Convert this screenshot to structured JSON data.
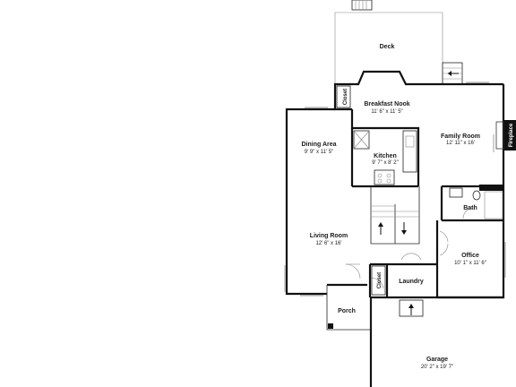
{
  "rooms": {
    "deck": {
      "name": "Deck"
    },
    "breakfast_nook": {
      "name": "Breakfast Nook",
      "dim": "11' 6\" x 11' 5\""
    },
    "family_room": {
      "name": "Family Room",
      "dim": "12' 11\" x 16'"
    },
    "dining_area": {
      "name": "Dining Area",
      "dim": "9' 9\" x 11' 5\""
    },
    "kitchen": {
      "name": "Kitchen",
      "dim": "9' 7\" x 8' 2\""
    },
    "living_room": {
      "name": "Living Room",
      "dim": "12' 6\" x 16'"
    },
    "office": {
      "name": "Office",
      "dim": "10' 1\" x 11' 6\""
    },
    "laundry": {
      "name": "Laundry"
    },
    "bath": {
      "name": "Bath"
    },
    "porch": {
      "name": "Porch"
    },
    "garage": {
      "name": "Garage",
      "dim": "20' 2\" x 19' 7\""
    }
  },
  "labels": {
    "closet_upper": "Closet",
    "closet_lower": "Closet",
    "fireplace": "Fireplace"
  },
  "colors": {
    "wall": "#111111",
    "background": "#ffffff"
  }
}
